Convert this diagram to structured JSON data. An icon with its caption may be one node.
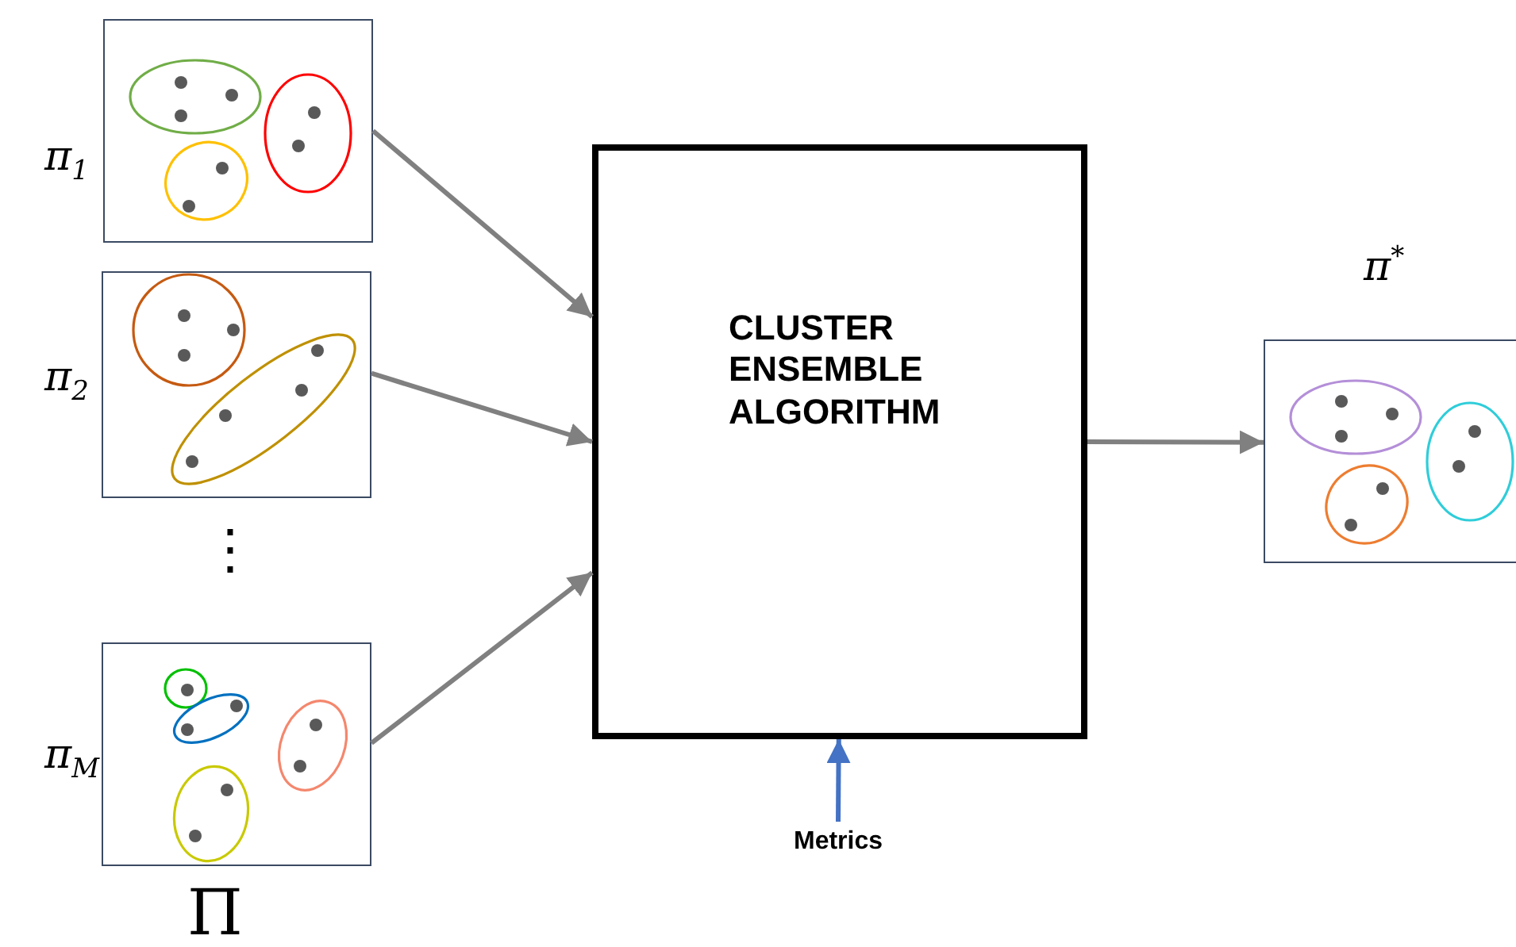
{
  "diagram": {
    "nodes": [
      {
        "text": [],
        "shape": "box",
        "beside": [
          "*π*$_{1}$"
        ]
      },
      {
        "text": [],
        "shape": "box",
        "beside": [
          "*π*$_{2}$"
        ]
      },
      {
        "text": [],
        "shape": "box",
        "beside": [
          "*π*$_{M}$"
        ]
      },
      {
        "text": [
          "CLUSTER ENSEMBLE ALGORITHM"
        ]
      },
      {
        "text": [],
        "shape": "box",
        "beside": [
          "*π*$^{*}$"
        ]
      },
      {
        "text": [
          "Metrics"
        ]
      }
    ],
    "edges": [
      {
        "from": 0,
        "to": 3,
        "arrow": "to"
      },
      {
        "from": 1,
        "to": 3,
        "arrow": "to"
      },
      {
        "from": 2,
        "to": 3,
        "arrow": "to"
      },
      {
        "from": 3,
        "to": 4,
        "arrow": "to"
      },
      {
        "from": 5,
        "to": 3,
        "arrow": "to",
        "color": "#4472c4"
      }
    ],
    "labels": [
      "⋮",
      "Π"
    ]
  }
}
